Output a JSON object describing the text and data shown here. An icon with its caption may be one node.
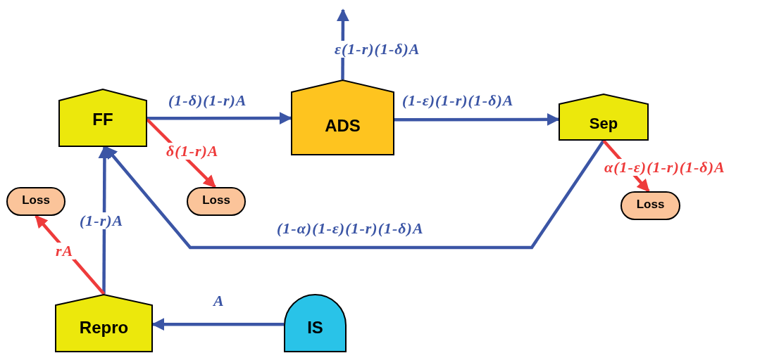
{
  "diagram": {
    "nodes": [
      {
        "text": [
          "FF"
        ]
      },
      {
        "text": [
          "ADS"
        ]
      },
      {
        "text": [
          "Sep"
        ]
      },
      {
        "text": [
          "Loss"
        ]
      },
      {
        "text": [
          "Loss"
        ]
      },
      {
        "text": [
          "Loss"
        ]
      },
      {
        "text": [
          "Repro"
        ]
      },
      {
        "text": [
          "IS"
        ]
      }
    ],
    "edges": [
      {
        "from": 0,
        "to": 1,
        "arrow": "to",
        "label": "(1-δ)(1-r)A"
      },
      {
        "from": 1,
        "to": 2,
        "arrow": "to",
        "label": "(1-ε)(1-r)(1-δ)A"
      },
      {
        "from": 1,
        "to": null,
        "arrow": "to",
        "label": "ε(1-r)(1-δ)A"
      },
      {
        "from": 2,
        "to": 0,
        "arrow": "to",
        "label": "(1-α)(1-ε)(1-r)(1-δ)A"
      },
      {
        "from": 7,
        "to": 6,
        "arrow": "to",
        "label": "A"
      },
      {
        "from": 6,
        "to": 0,
        "arrow": "to",
        "label": "(1-r)A"
      },
      {
        "from": 0,
        "to": 3,
        "arrow": "to",
        "label": "δ(1-r)A",
        "color": "#ee3b3b"
      },
      {
        "from": 6,
        "to": 4,
        "arrow": "to",
        "label": "rA",
        "color": "#ee3b3b"
      },
      {
        "from": 2,
        "to": 5,
        "arrow": "to",
        "label": "α(1-ε)(1-r)(1-δ)A",
        "color": "#ee3b3b"
      }
    ]
  }
}
